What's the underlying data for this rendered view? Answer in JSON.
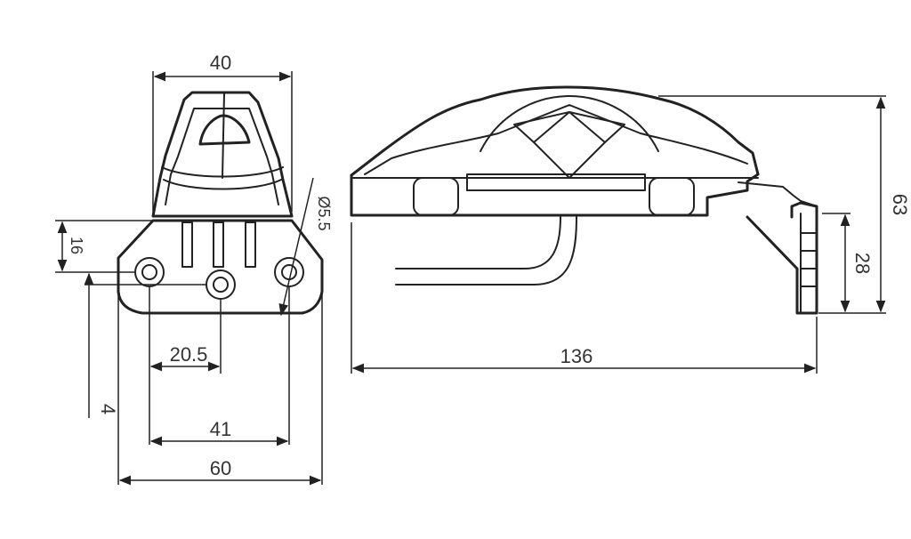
{
  "drawing": {
    "dimensions": {
      "top_width": "40",
      "left_height_small": "16",
      "hole_diameter": "Ø5.5",
      "hole_offset": "20.5",
      "left_height_large": "4",
      "hole_spacing": "41",
      "plate_width": "60",
      "side_length": "136",
      "side_height_total": "63",
      "side_height_bracket": "28"
    },
    "colors": {
      "line": "#222222",
      "text": "#333333",
      "background": "#ffffff"
    }
  }
}
